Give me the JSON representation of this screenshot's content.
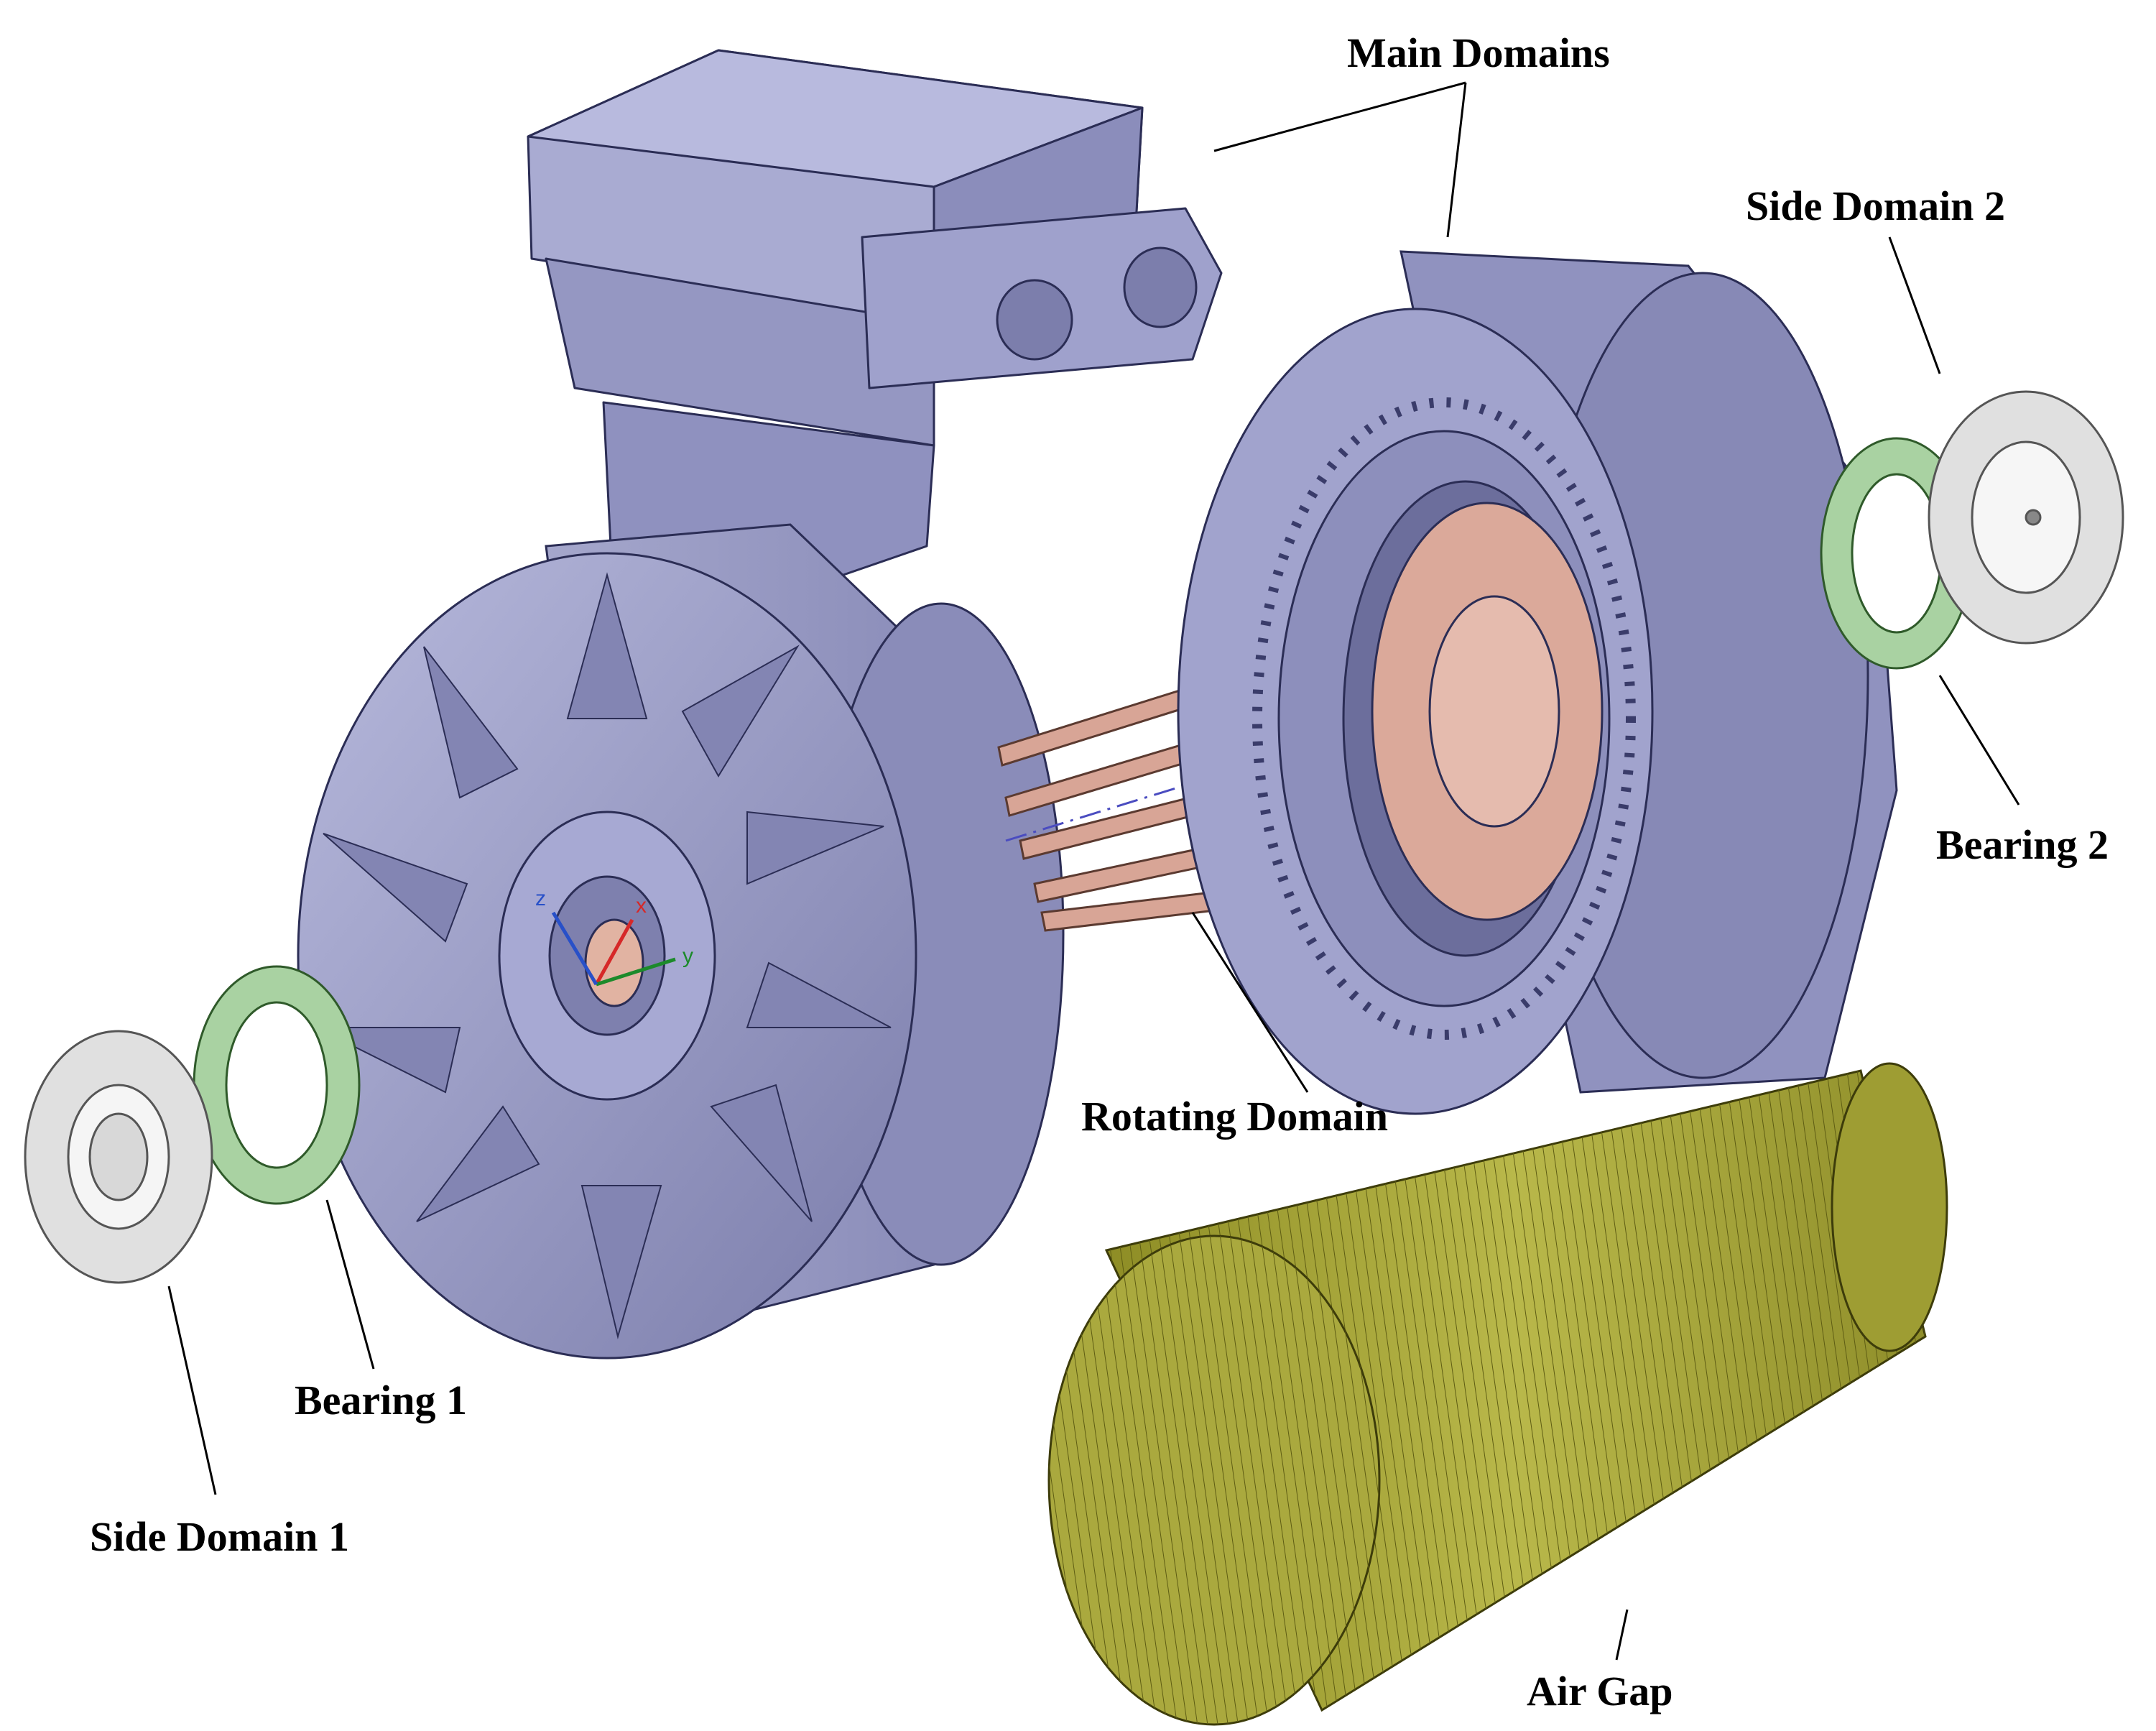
{
  "labels": {
    "main_domains": "Main Domains",
    "side_domain_2": "Side Domain 2",
    "bearing_2": "Bearing 2",
    "rotating_domain": "Rotating Domain",
    "bearing_1": "Bearing 1",
    "side_domain_1": "Side Domain 1",
    "air_gap": "Air Gap"
  },
  "axis_triad": {
    "x": "x",
    "y": "y",
    "z": "z"
  },
  "colors": {
    "housing": "#9a9cc4",
    "housing_dark": "#6f719f",
    "outline": "#2b2d55",
    "rotor_copper": "#d9a89a",
    "bearing_green": "#a9d2a2",
    "side_domain_grey": "#e0e0e0",
    "air_gap_olive": "#a9a83a"
  }
}
